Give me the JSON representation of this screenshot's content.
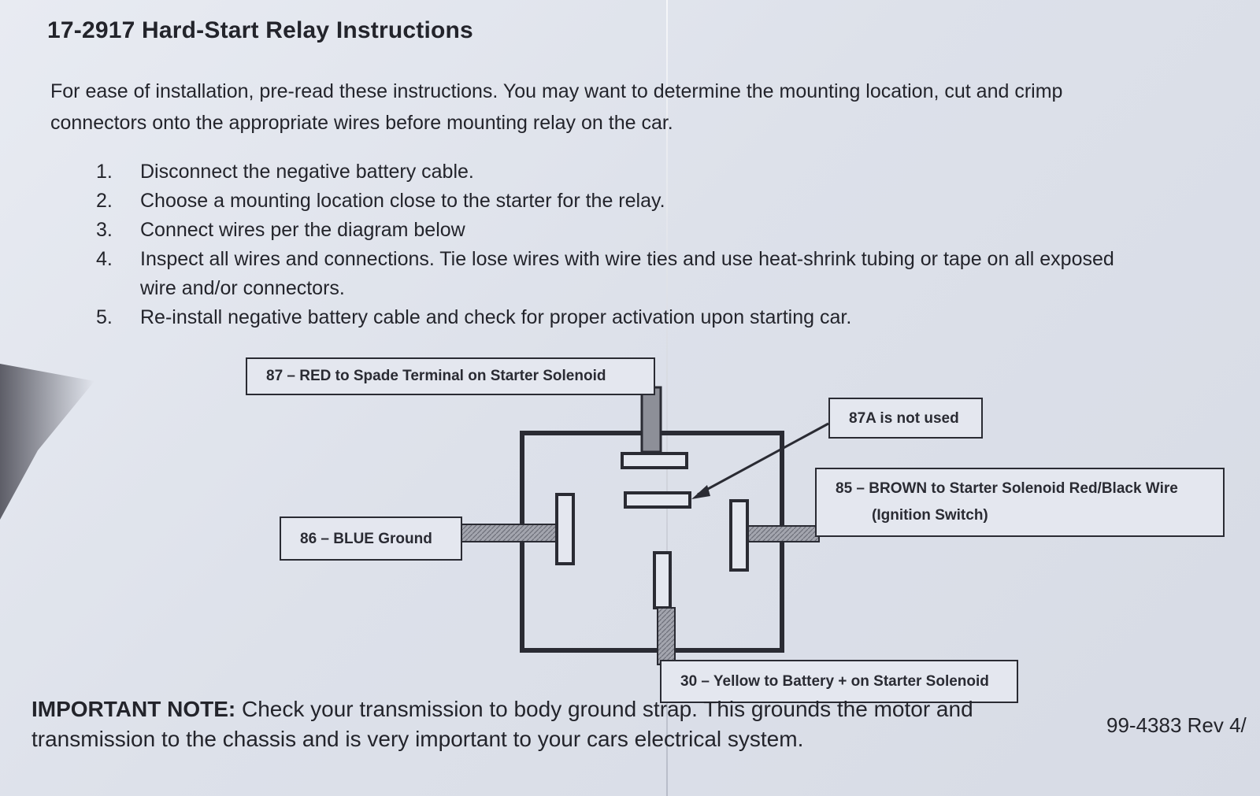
{
  "document": {
    "title": "17-2917 Hard-Start Relay Instructions",
    "intro_line1": "For ease of installation, pre-read these instructions.  You may want to determine the mounting location, cut and crimp",
    "intro_line2": "connectors onto the appropriate wires before mounting relay on the car.",
    "steps": [
      {
        "num": "1.",
        "text": "Disconnect the negative battery cable."
      },
      {
        "num": "2.",
        "text": "Choose a mounting location close to the starter for the relay."
      },
      {
        "num": "3.",
        "text": "Connect wires per the diagram below"
      },
      {
        "num": "4.",
        "text": "Inspect all wires and connections. Tie lose wires with wire ties and use heat-shrink tubing or tape on all exposed",
        "cont": "wire and/or connectors."
      },
      {
        "num": "5.",
        "text": "Re-install negative battery cable and check for proper activation upon starting car."
      }
    ],
    "important_label": "IMPORTANT NOTE:",
    "important_line1": " Check your transmission to body ground strap. This grounds the motor and",
    "important_line2": "transmission to the chassis and is very important to your cars electrical system.",
    "revision": "99-4383 Rev 4/"
  },
  "diagram": {
    "label_87": "87 – RED to Spade Terminal on Starter Solenoid",
    "label_87a": "87A is not used",
    "label_85_line1": "85 – BROWN to Starter Solenoid Red/Black Wire",
    "label_85_line2": "(Ignition Switch)",
    "label_86": "86 – BLUE Ground",
    "label_30": "30 – Yellow to Battery + on Starter Solenoid"
  },
  "colors": {
    "paper": "#e4e7ef",
    "ink": "#2a2b33",
    "wire": "#9a9ca6"
  }
}
